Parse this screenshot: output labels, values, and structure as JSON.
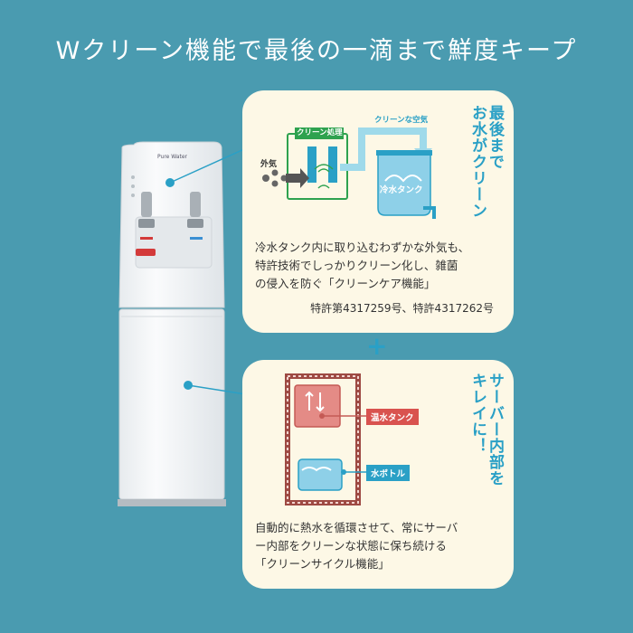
{
  "headline": "Wクリーン機能で最後の一滴まで鮮度キープ",
  "dispenser": {
    "brand": "Pure Water"
  },
  "top_card": {
    "title": "最後まで\nお水がクリーン",
    "label_clean_process": "クリーン処理",
    "label_clean_air": "クリーンな空気",
    "label_outside_air": "外気",
    "label_cold_tank": "冷水タンク",
    "description_lines": [
      "冷水タンク内に取り込むわずかな外気も、",
      "特許技術でしっかりクリーン化し、雑菌",
      "の侵入を防ぐ「クリーンケア機能」"
    ],
    "patent": "特許第4317259号、特許4317262号"
  },
  "plus_sign": "+",
  "bottom_card": {
    "title": "サーバー内部を\nキレイに！",
    "label_hot_tank": "温水タンク",
    "label_water_bottle": "水ボトル",
    "description_lines": [
      "自動的に熱水を循環させて、常にサーバ",
      "ー内部をクリーンな状態に保ち続ける",
      "「クリーンサイクル機能」"
    ]
  },
  "colors": {
    "background": "#4a9bb0",
    "card": "#fdf8e6",
    "accent_blue": "#2aa0c6",
    "clean_green": "#2ea24f",
    "hot_red": "#d9534f",
    "circulation_brown": "#9e4a43"
  }
}
